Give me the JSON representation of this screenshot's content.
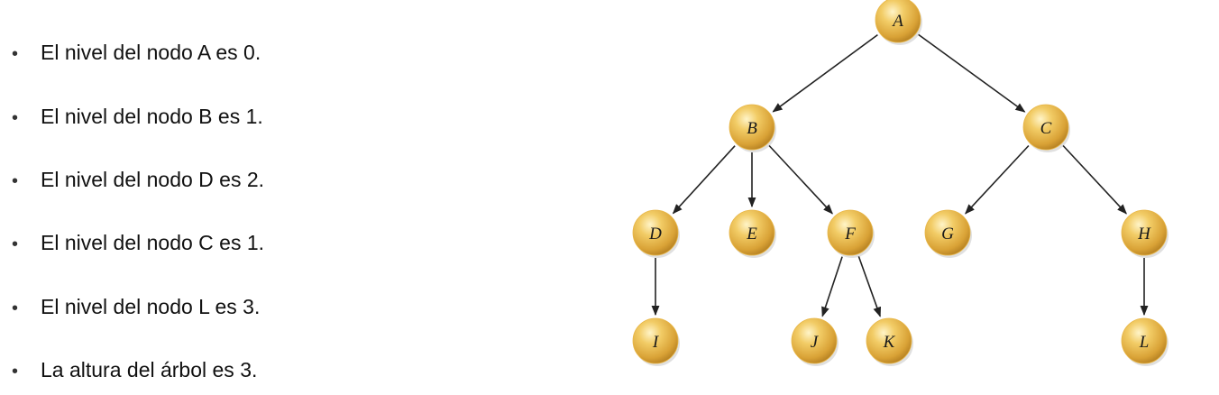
{
  "heading_partial": "",
  "bullets": [
    "El nivel del nodo A es 0.",
    "El nivel del nodo B es 1.",
    "El nivel del nodo D es 2.",
    "El nivel del nodo C es 1.",
    "El nivel del nodo L es 3.",
    "La altura del árbol es 3."
  ],
  "bullet_glyph": "•",
  "tree": {
    "nodes": [
      "A",
      "B",
      "C",
      "D",
      "E",
      "F",
      "G",
      "H",
      "I",
      "J",
      "K",
      "L"
    ],
    "edges": [
      [
        "A",
        "B"
      ],
      [
        "A",
        "C"
      ],
      [
        "B",
        "D"
      ],
      [
        "B",
        "E"
      ],
      [
        "B",
        "F"
      ],
      [
        "C",
        "G"
      ],
      [
        "C",
        "H"
      ],
      [
        "D",
        "I"
      ],
      [
        "F",
        "J"
      ],
      [
        "F",
        "K"
      ],
      [
        "H",
        "L"
      ]
    ],
    "node_color": "#e8b646",
    "edge_color": "#222222"
  }
}
